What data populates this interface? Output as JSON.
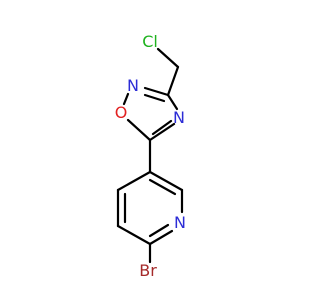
{
  "molecule": {
    "atom_labels": {
      "chlorine": "Cl",
      "oxadiazole_nitrogen_2": "N",
      "oxadiazole_oxygen": "O",
      "oxadiazole_nitrogen_4": "N",
      "pyridine_nitrogen": "N",
      "bromine": "Br"
    },
    "colors": {
      "bond": "#000000",
      "chlorine": "#1fb21f",
      "nitrogen": "#2c2cd6",
      "oxygen": "#e22222",
      "bromine": "#a52a2a"
    }
  }
}
